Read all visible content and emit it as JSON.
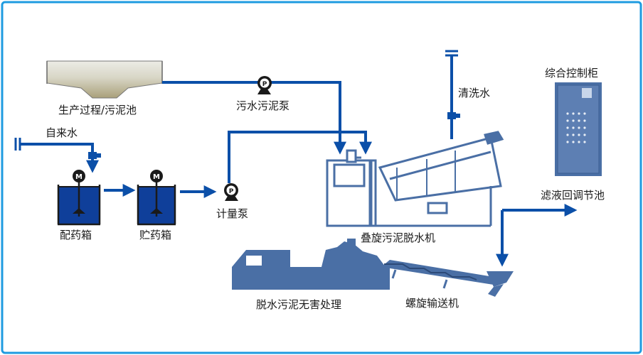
{
  "colors": {
    "border": "#1e9be0",
    "pipe": "#0b4fa8",
    "equipment": "#4a6fa5",
    "equipment_light": "#6e8fbd",
    "tank_liquid": "#0f3f9a",
    "sludge": "#b9b089",
    "text": "#1a1a1a"
  },
  "labels": {
    "production_sludge_tank": "生产过程/污泥池",
    "sewage_sludge_pump": "污水污泥泵",
    "tap_water": "自来水",
    "wash_water": "清洗水",
    "control_cabinet": "综合控制柜",
    "filtrate_tank": "滤液回调节池",
    "dosing_tank": "配药箱",
    "storage_tank": "贮药箱",
    "metering_pump": "计量泵",
    "dewatering_machine": "叠旋污泥脱水机",
    "sludge_disposal": "脱水污泥无害处理",
    "screw_conveyor": "螺旋输送机",
    "pump_symbol": "P",
    "motor_symbol": "M"
  }
}
